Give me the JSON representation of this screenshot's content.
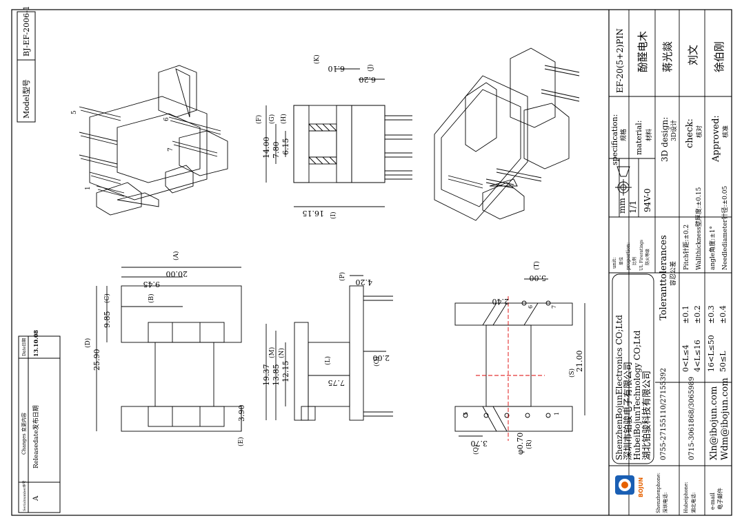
{
  "model_box": {
    "label": "Model型号",
    "value": "BJ-EF-2006-1"
  },
  "revision": {
    "headers": [
      "Serialnumber序号",
      "Changes 变更内容",
      "Date日期"
    ],
    "row": [
      "A",
      "Releasedate发布日期",
      "13.10.08"
    ]
  },
  "dims": {
    "d1": "20.00",
    "d2": "9.45",
    "d3": "9.85",
    "d4": "25.90",
    "d5": "3.90",
    "d6": "4.20",
    "d7": "19.37",
    "d8": "13.85",
    "d9": "12.15",
    "d10": "7.75",
    "d11": "2.00",
    "d12": "5.00",
    "d13": "2.40",
    "d14": "21.00",
    "d15": "3.70",
    "d16": "φ0.70",
    "d17": "6.10",
    "d18": "6.20",
    "d19": "14.00",
    "d20": "7.80",
    "d21": "6.15",
    "d22": "16.15"
  },
  "dim_letters": {
    "A": "(A)",
    "B": "(B)",
    "C": "(C)",
    "D": "(D)",
    "E": "(E)",
    "P": "(P)",
    "M": "(M)",
    "N": "(N)",
    "L": "(L)",
    "O": "(O)",
    "T": "(T)",
    "S": "(S)",
    "Q": "(Q)",
    "R": "(R)",
    "K": "(K)",
    "J": "(J)",
    "F": "(F)",
    "G": "(G)",
    "H": "(H)",
    "I": "(I)"
  },
  "pins": {
    "p1": "1",
    "p5": "5",
    "p6": "6",
    "p7": "7"
  },
  "title_block": {
    "spec_label": "specification:",
    "spec_cn": "规格",
    "spec_value": "EF-20(5+2)PIN",
    "material_label": "material:",
    "material_cn": "材料",
    "material_value": "酚醛电木",
    "design_label": "3D design:",
    "design_cn": "3D设计",
    "design_value": "蒋光燚",
    "check_label": "check:",
    "check_cn": "核对",
    "check_value": "刘文",
    "approved_label": "Approved:",
    "approved_cn": "核准",
    "approved_value": "徐伯刚",
    "unit_label": "unit:",
    "unit_cn": "单位",
    "unit_value": "mm",
    "proportion_label": "proportion:",
    "proportion_cn": "比例",
    "proportion_value": "1/1",
    "ul_label": "UL Fireratings",
    "ul_cn": "防火等级",
    "ul_value": "94V-0",
    "tol_title": "Toleranttolerances",
    "tol_cn": "容忍公差",
    "pitch": "Pitch针距:±0.2",
    "wall": "Wallthickness壁厚度:±0.15",
    "angle": "angle角度:±1°",
    "needle": "Needlediameter针径:±0.05",
    "tol_rows": [
      [
        "0<L≤4",
        "±0.1"
      ],
      [
        "4<L≤16",
        "±0.2"
      ],
      [
        "16<L≤50",
        "±0.3"
      ],
      [
        "50≤L",
        "±0.4"
      ]
    ],
    "company1_en": "ShenzhenBojunElectronics CO;Ltd",
    "company1_cn": "深圳市铂骏电子有限公司",
    "company2_en": "HubeiBojunTechnology CO;Ltd",
    "company2_cn": "湖北铂骏科技有限公司",
    "logo_text": "BOJUN",
    "sz_label": "Shenzhenphone:",
    "sz_cn": "深圳电话:",
    "sz_value": "0755-27155110/27155392",
    "hb_label": "Hubeiphone:",
    "hb_cn": "湖北电话:",
    "hb_value": "0715-3061868/3065989",
    "mail_label": "e-mail",
    "mail_cn": "电子邮件",
    "mail1": "Xln@ibojun.com",
    "mail2": "Wdm@ibojun.com"
  }
}
